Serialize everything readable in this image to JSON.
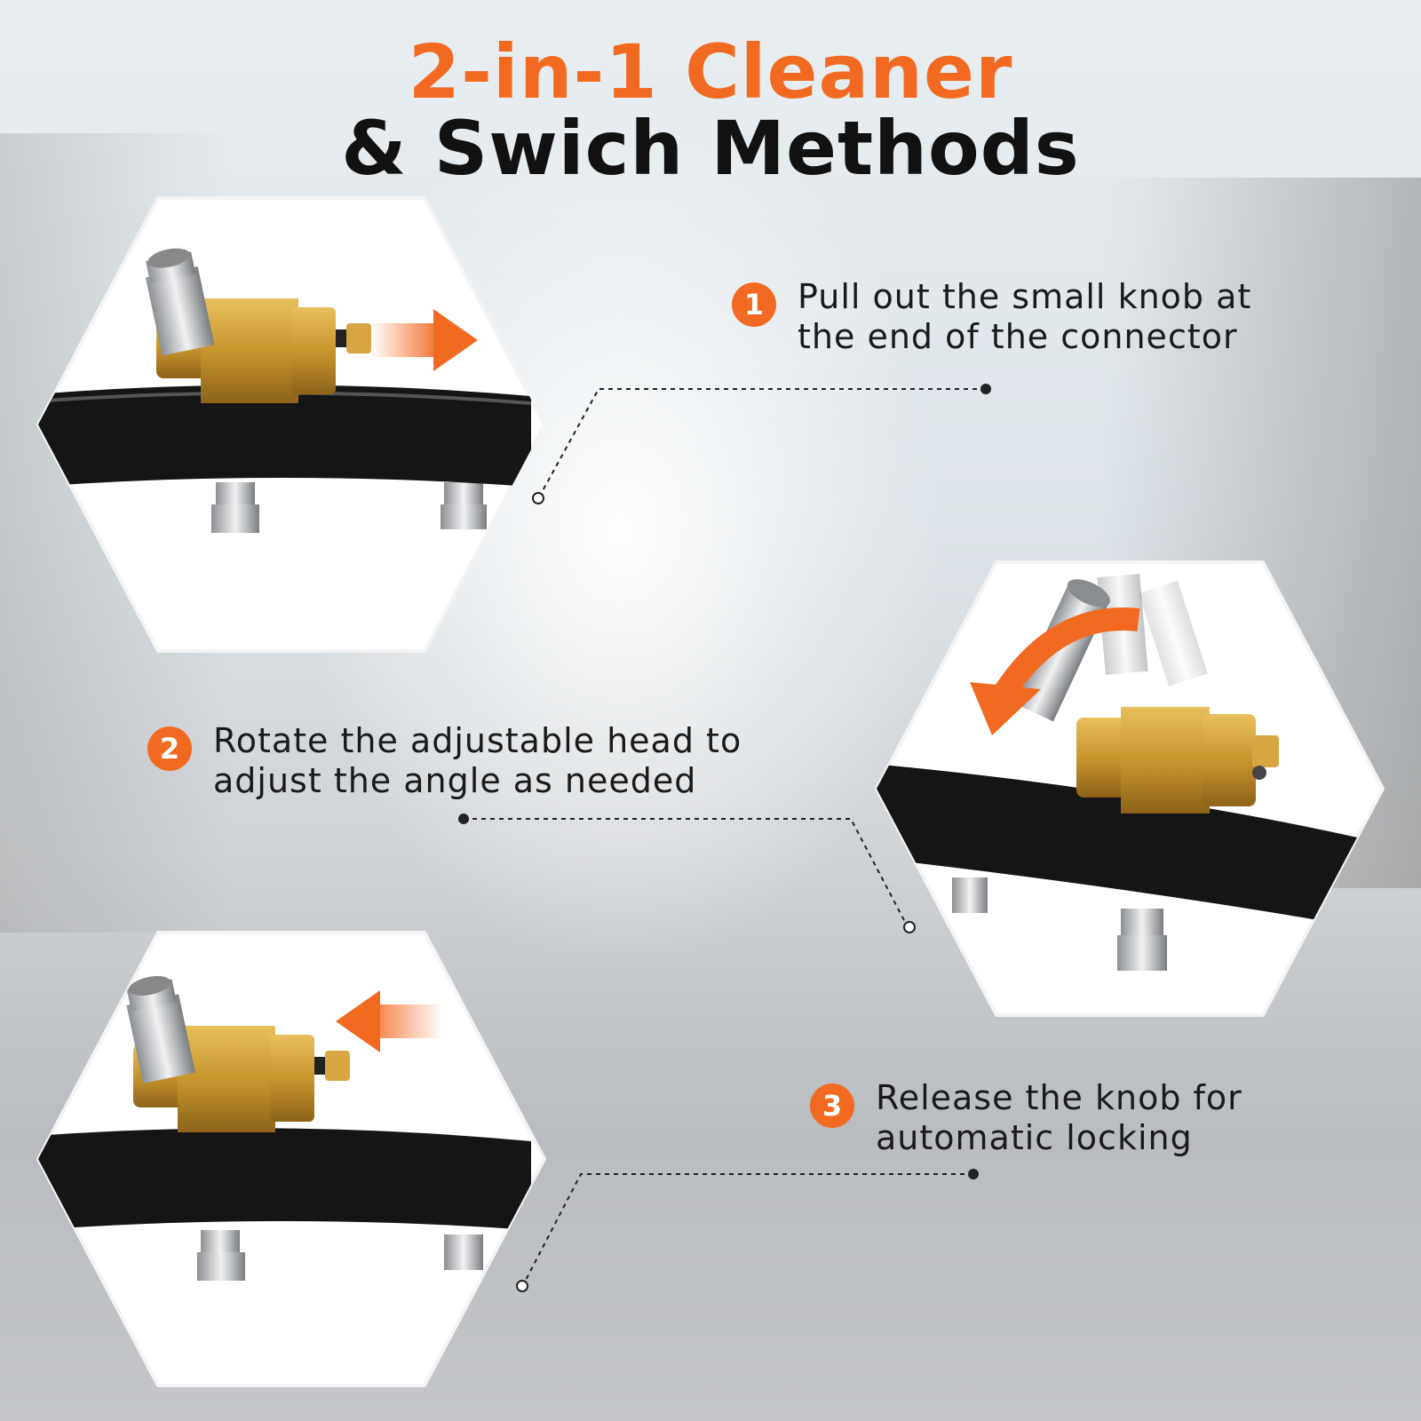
{
  "title": {
    "line1": "2-in-1 Cleaner",
    "line2": "& Swich Methods"
  },
  "steps": [
    {
      "number": "1",
      "line1": "Pull out the small knob at",
      "line2": "the end of the connector"
    },
    {
      "number": "2",
      "line1": "Rotate the adjustable head to",
      "line2": "adjust the angle as needed"
    },
    {
      "number": "3",
      "line1": "Release the knob for",
      "line2": "automatic locking"
    }
  ],
  "colors": {
    "accent": "#f26a21",
    "text": "#1a1a1a",
    "brass": "#c9952e",
    "pipe": "#151515"
  },
  "icons": [
    "arrow-right-icon",
    "rotate-arrow-icon",
    "arrow-left-icon"
  ]
}
